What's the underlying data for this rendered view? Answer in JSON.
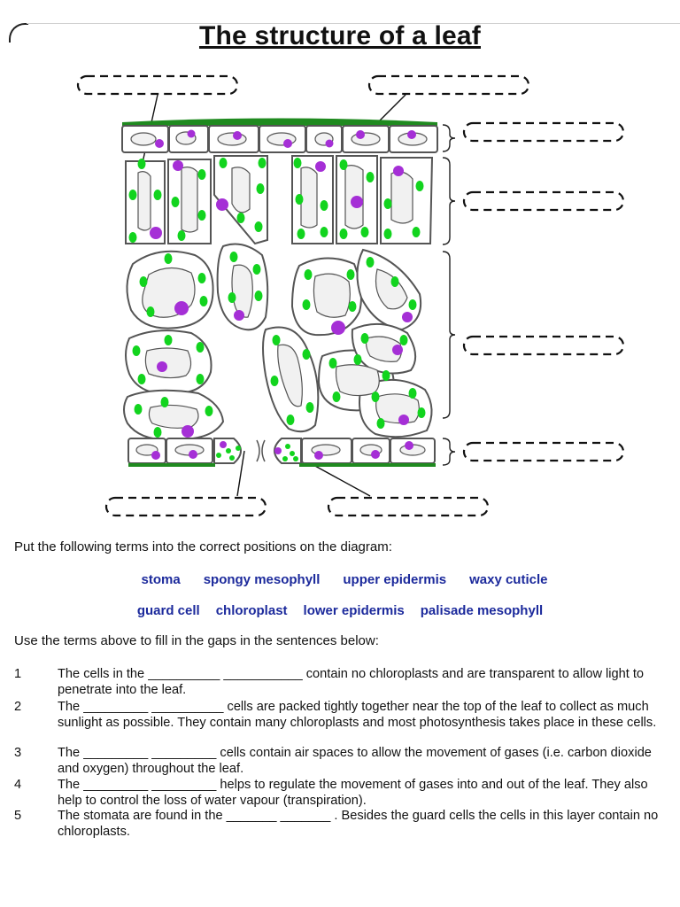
{
  "title": "The structure of a leaf",
  "diagram": {
    "label_boxes": [
      "",
      "",
      "",
      "",
      "",
      "",
      "",
      ""
    ],
    "colors": {
      "cuticle": "#1f8a1f",
      "chloroplast": "#12d41e",
      "nucleus": "#a52fd6",
      "cell_wall": "#555555",
      "vacuole": "#f1f1f1"
    }
  },
  "instructions": "Put the following terms into the correct positions on the diagram:",
  "terms_row1": [
    "stoma",
    "spongy mesophyll",
    "upper epidermis",
    "waxy cuticle"
  ],
  "terms_row2": [
    "guard cell",
    "chloroplast",
    "lower epidermis",
    "palisade mesophyll"
  ],
  "instructions2": "Use the terms above to fill in the gaps in the sentences below:",
  "questions": [
    {
      "num": "1",
      "text": "The cells  in the __________ ___________ contain no chloroplasts and are transparent to allow light to penetrate into the leaf."
    },
    {
      "num": "2",
      "text": "The _________ __________ cells are packed tightly together near the top of the leaf to collect as much sunlight as possible. They contain many chloroplasts and most photosynthesis takes place in these cells."
    },
    {
      "num": "3",
      "text": "The _________ _________ cells contain air spaces to allow the movement of  gases (i.e. carbon dioxide and oxygen) throughout the leaf."
    },
    {
      "num": "4",
      "text": "The _________ _________ helps to regulate the movement of gases  into and out of the leaf. They also help to control the loss of water vapour (transpiration)."
    },
    {
      "num": "5",
      "text": "The stomata are found in the _______ _______ . Besides the guard cells the cells in this layer contain no chloroplasts."
    }
  ]
}
